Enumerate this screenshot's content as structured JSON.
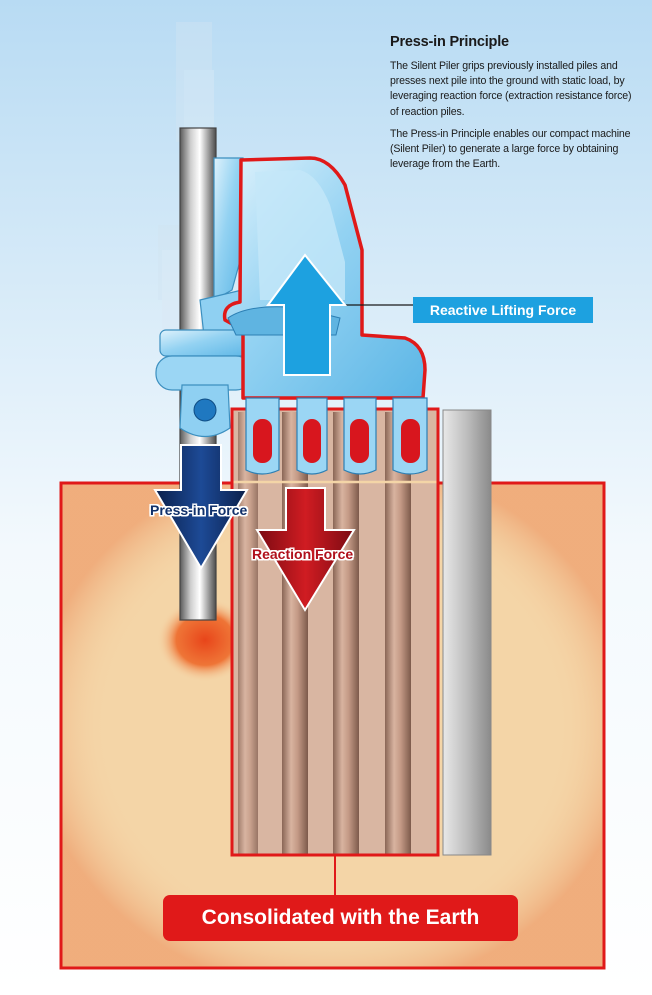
{
  "heading": "Press-in Principle",
  "paragraphs": [
    "The Silent Piler grips previously installed piles and presses next pile into the ground with static load, by leveraging reaction force (extraction resistance force) of reaction piles.",
    "The Press-in Principle enables our compact machine (Silent Piler) to generate a large force by obtaining leverage from the Earth."
  ],
  "labels": {
    "reactive_lifting_force": "Reactive Lifting Force",
    "press_in_force": "Press-in Force",
    "reaction_force": "Reaction Force",
    "consolidated": "Consolidated with the Earth"
  },
  "colors": {
    "sky_top": "#b8dbf3",
    "ground": "#f4d5a7",
    "outline_red": "#e01919",
    "machine_blue": "#8fd0f2",
    "lift_arrow": "#1da1e0",
    "press_arrow": "#10306a",
    "reaction_arrow": "#b0101c",
    "pile": "#c79a86"
  }
}
